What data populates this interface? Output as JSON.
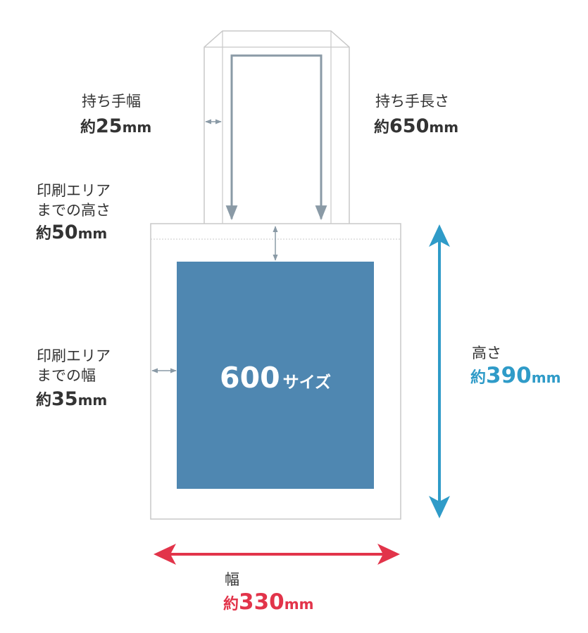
{
  "colors": {
    "outline": "#c8c8c8",
    "handle_inner": "#8a9aa6",
    "dim_arrow": "#8a9aa6",
    "print_area": "#4f87b1",
    "height_arrow": "#2f9bc8",
    "width_arrow": "#e2344a",
    "text": "#333333"
  },
  "handle_width": {
    "label": "持ち手幅",
    "prefix": "約",
    "number": "25",
    "unit": "mm"
  },
  "handle_length": {
    "label": "持ち手長さ",
    "prefix": "約",
    "number": "650",
    "unit": "mm"
  },
  "print_top": {
    "label_line1": "印刷エリア",
    "label_line2": "までの高さ",
    "prefix": "約",
    "number": "50",
    "unit": "mm"
  },
  "print_side": {
    "label_line1": "印刷エリア",
    "label_line2": "までの幅",
    "prefix": "約",
    "number": "35",
    "unit": "mm"
  },
  "height": {
    "label": "高さ",
    "prefix": "約",
    "number": "390",
    "unit": "mm"
  },
  "width": {
    "label": "幅",
    "prefix": "約",
    "number": "330",
    "unit": "mm"
  },
  "print_area": {
    "size_number": "600",
    "size_suffix": "サイズ"
  }
}
